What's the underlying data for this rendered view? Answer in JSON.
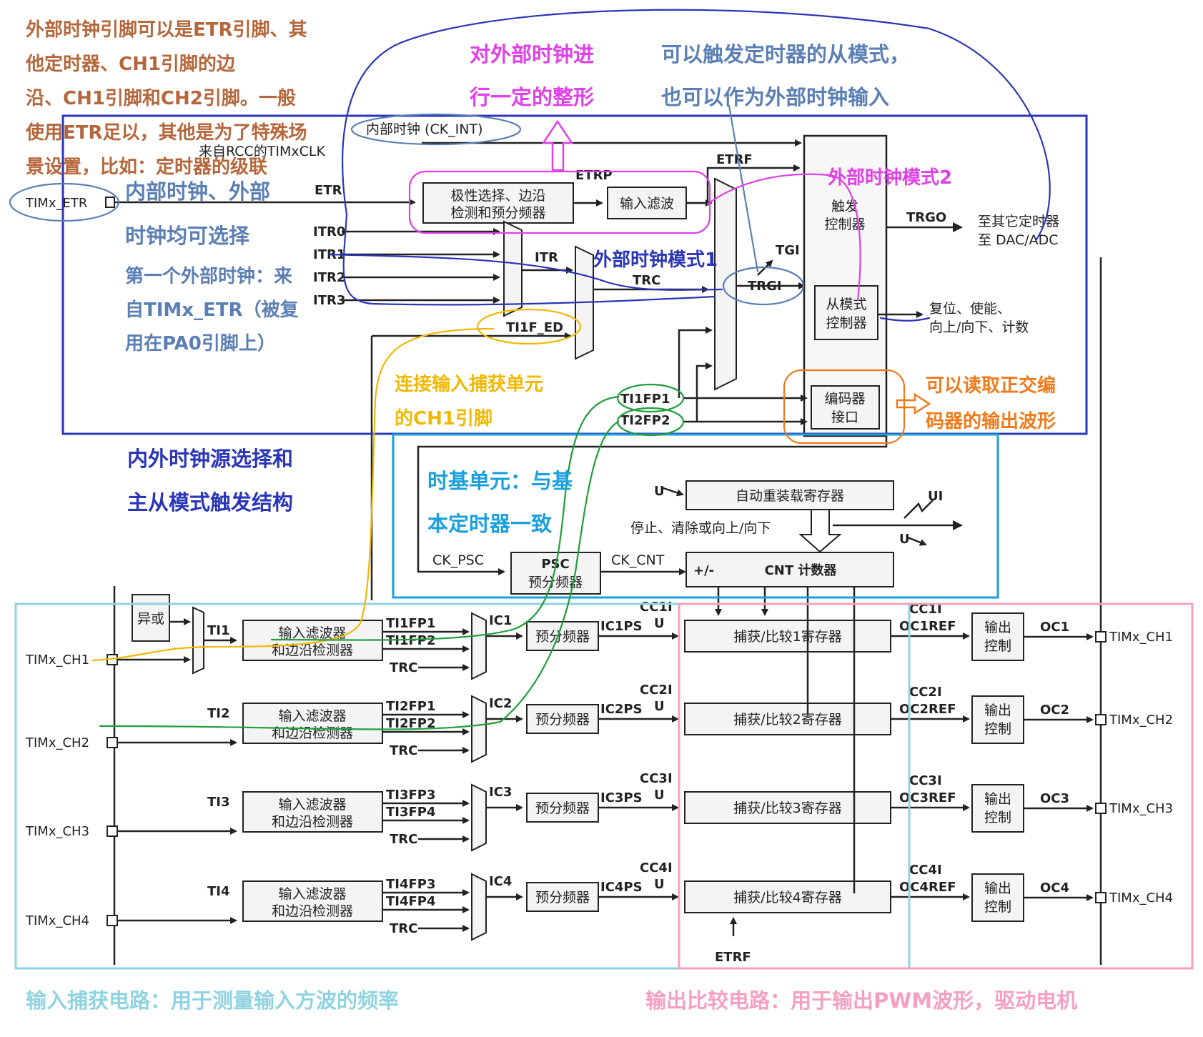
{
  "colors": {
    "brown": "#b5663a",
    "magenta": "#e040e8",
    "steel": "#5b7fb5",
    "navy": "#2a35b8",
    "yellow": "#f2b800",
    "green": "#1e9e3a",
    "orange": "#f07a1a",
    "cyan": "#1aa0dd",
    "lightblue": "#8fd3e0",
    "pink": "#f5a0c0"
  },
  "annotations": {
    "external_pins": [
      "外部时钟引脚可以是ETR引脚、其",
      "他定时器、CH1引脚的边",
      "沿、CH1引脚和CH2引脚。一般",
      "使用ETR足以，其他是为了特殊场",
      "景设置，比如：定时器的级联"
    ],
    "shaping": [
      "对外部时钟进",
      "行一定的整形"
    ],
    "trigger": [
      "可以触发定时器的从模式，",
      "也可以作为外部时钟输入"
    ],
    "internal_external": [
      "内部时钟、外部",
      "时钟均可选择"
    ],
    "first_external": [
      "第一个外部时钟：来",
      "自TIMx_ETR（被复",
      "用在PA0引脚上）"
    ],
    "mode2": "外部时钟模式2",
    "mode1": "外部时钟模式1",
    "ch1_capture": [
      "连接输入捕获单元",
      "的CH1引脚"
    ],
    "encoder_read": [
      "可以读取正交编",
      "码器的输出波形"
    ],
    "clock_select": [
      "内外时钟源选择和",
      "主从模式触发结构"
    ],
    "timebase": [
      "时基单元：与基",
      "本定时器一致"
    ],
    "input_capture": "输入捕获电路：用于测量输入方波的频率",
    "output_compare": "输出比较电路：用于输出PWM波形，驱动电机"
  },
  "blocks": {
    "ck_int": "内部时钟 (CK_INT)",
    "rcc": "来自RCC的TIMxCLK",
    "polarity": [
      "极性选择、边沿",
      "检测和预分频器"
    ],
    "input_filter": "输入滤波",
    "trigger_ctrl": [
      "触发",
      "控制器"
    ],
    "slave_ctrl": [
      "从模式",
      "控制器"
    ],
    "encoder": [
      "编码器",
      "接口"
    ],
    "to_other": [
      "至其它定时器",
      "至 DAC/ADC"
    ],
    "reset_enable": [
      "复位、使能、",
      "向上/向下、计数"
    ],
    "arr": "自动重装载寄存器",
    "stop_clear": "停止、清除或向上/向下",
    "psc": [
      "PSC",
      "预分频器"
    ],
    "cnt": "CNT 计数器",
    "cnt_pm": "+/-",
    "xor": "异或",
    "filter_edge": [
      "输入滤波器",
      "和边沿检测器"
    ],
    "prescaler": "预分频器",
    "cc_regs": [
      "捕获/比较1寄存器",
      "捕获/比较2寄存器",
      "捕获/比较3寄存器",
      "捕获/比较4寄存器"
    ],
    "out_ctrl": [
      "输出",
      "控制"
    ]
  },
  "signals": {
    "etr": "ETR",
    "etrp": "ETRP",
    "etrf": "ETRF",
    "trgo": "TRGO",
    "tgi": "TGI",
    "trgi": "TRGI",
    "itr": [
      "ITR0",
      "ITR1",
      "ITR2",
      "ITR3"
    ],
    "itr_bus": "ITR",
    "trc": "TRC",
    "ti1f_ed": "TI1F_ED",
    "ti1fp1": "TI1FP1",
    "ti2fp2": "TI2FP2",
    "ck_psc": "CK_PSC",
    "ck_cnt": "CK_CNT",
    "u": "U",
    "ui": "UI",
    "ti": [
      "TI1",
      "TI2",
      "TI3",
      "TI4"
    ],
    "fp_pairs": [
      [
        "TI1FP1",
        "TI1FP2"
      ],
      [
        "TI2FP1",
        "TI2FP2"
      ],
      [
        "TI3FP3",
        "TI3FP4"
      ],
      [
        "TI4FP3",
        "TI4FP4"
      ]
    ],
    "ic": [
      "IC1",
      "IC2",
      "IC3",
      "IC4"
    ],
    "icps": [
      "IC1PS",
      "IC2PS",
      "IC3PS",
      "IC4PS"
    ],
    "cci": [
      "CC1I",
      "CC2I",
      "CC3I",
      "CC4I"
    ],
    "ocref": [
      "OC1REF",
      "OC2REF",
      "OC3REF",
      "OC4REF"
    ],
    "oc": [
      "OC1",
      "OC2",
      "OC3",
      "OC4"
    ]
  },
  "pins": {
    "etr": "TIMx_ETR",
    "inputs": [
      "TIMx_CH1",
      "TIMx_CH2",
      "TIMx_CH3",
      "TIMx_CH4"
    ],
    "outputs": [
      "TIMx_CH1",
      "TIMx_CH2",
      "TIMx_CH3",
      "TIMx_CH4"
    ]
  }
}
